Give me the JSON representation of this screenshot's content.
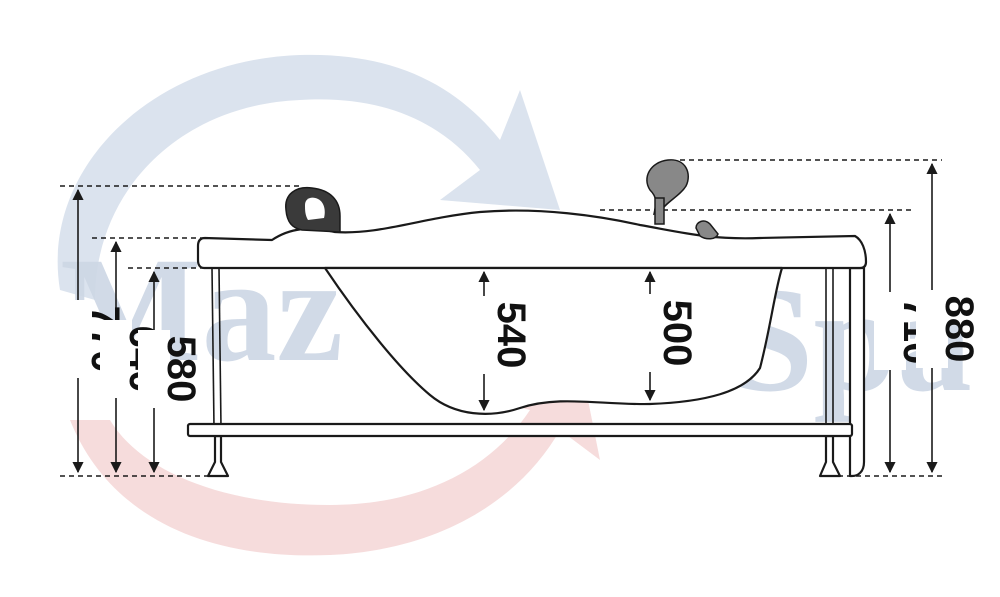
{
  "colors": {
    "line": "#1a1a1a",
    "watermark_blue": "#dbe3ee",
    "watermark_red": "#f6dcdc",
    "watermark_text": "#cdd7e5",
    "accessory_gray": "#888888",
    "headrest": "#3a3a3a"
  },
  "watermark": {
    "left_text": "Maz",
    "right_text": "Spa"
  },
  "dimensions": {
    "left_total": "770",
    "left_rim": "640",
    "left_panel": "580",
    "inner_seat": "540",
    "inner_foot": "500",
    "right_rim": "710",
    "right_total": "880"
  }
}
